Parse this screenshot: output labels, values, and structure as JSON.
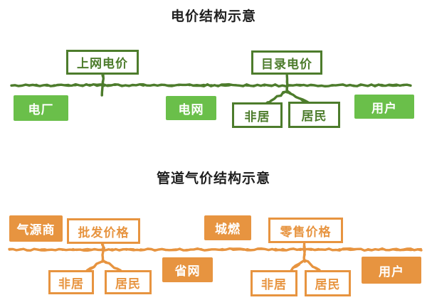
{
  "colors": {
    "green_fill": "#6abf4a",
    "green_dark": "#4d7c2c",
    "orange": "#e79440",
    "title_text": "#1f1f1f",
    "box_text_light": "#ffffff"
  },
  "electricity": {
    "title": "电价结构示意",
    "boxes": {
      "grid_price": "上网电价",
      "catalog_price": "目录电价",
      "power_plant": "电厂",
      "grid": "电网",
      "non_resident": "非居",
      "resident": "居民",
      "user": "用户"
    }
  },
  "gas": {
    "title": "管道气价结构示意",
    "boxes": {
      "gas_supplier": "气源商",
      "wholesale_price": "批发价格",
      "city_gas": "城燃",
      "retail_price": "零售价格",
      "provincial_grid": "省网",
      "non_resident_left": "非居",
      "resident_left": "居民",
      "non_resident_right": "非居",
      "resident_right": "居民",
      "user": "用户"
    }
  }
}
